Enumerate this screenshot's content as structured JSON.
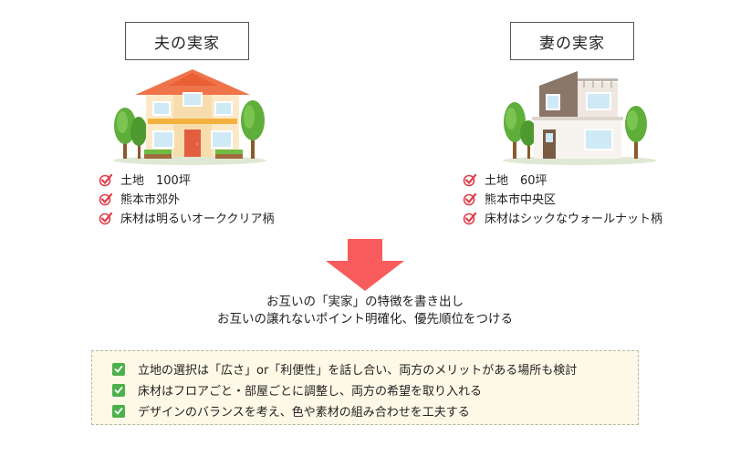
{
  "left": {
    "title": "夫の実家",
    "items": [
      "土地　100坪",
      "熊本市郊外",
      "床材は明るいオーククリア柄"
    ]
  },
  "right": {
    "title": "妻の実家",
    "items": [
      "土地　60坪",
      "熊本市中央区",
      "床材はシックなウォールナット柄"
    ]
  },
  "message": {
    "line1": "お互いの「実家」の特徴を書き出し",
    "line2": "お互いの譲れないポイント明確化、優先順位をつける"
  },
  "tips": [
    "立地の選択は「広さ」or「利便性」を話し合い、両方のメリットがある場所も検討",
    "床材はフロアごと・部屋ごとに調整し、両方の希望を取り入れる",
    "デザインのバランスを考え、色や素材の組み合わせを工夫する"
  ],
  "colors": {
    "arrow": "#f95c5c",
    "check_red": "#e0404c",
    "check_green": "#4cb04c",
    "tips_bg": "#fdf9e6"
  },
  "icons": [
    "checkmark-red-icon",
    "checkbox-green-icon",
    "down-arrow-icon"
  ]
}
